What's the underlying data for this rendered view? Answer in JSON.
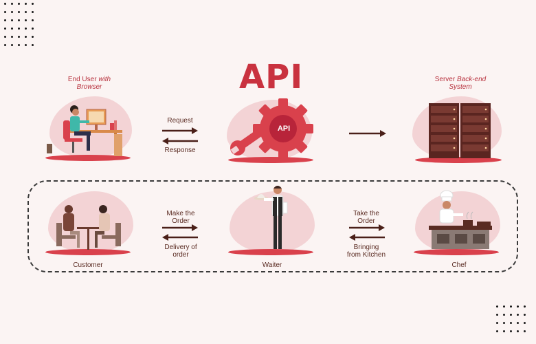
{
  "title": "API",
  "top_row": {
    "end_user_label_normal": "End User",
    "end_user_label_italic": "with",
    "end_user_label_line2": "Browser",
    "request_label": "Request",
    "response_label": "Response",
    "gear_label": "API",
    "server_label_normal": "Server",
    "server_label_italic": "Back-end",
    "server_label_line2": "System"
  },
  "bottom_row": {
    "customer_label": "Customer",
    "make_order_line1": "Make the",
    "make_order_line2": "Order",
    "delivery_line1": "Delivery of",
    "delivery_line2": "order",
    "waiter_label": "Waiter",
    "take_order_line1": "Take the",
    "take_order_line2": "Order",
    "bringing_line1": "Bringing",
    "bringing_line2": "from Kitchen",
    "chef_label": "Chef"
  },
  "colors": {
    "accent": "#c9323f",
    "arrow": "#4a1f18",
    "blob": "#f3d3d5",
    "background": "#fbf4f3"
  }
}
